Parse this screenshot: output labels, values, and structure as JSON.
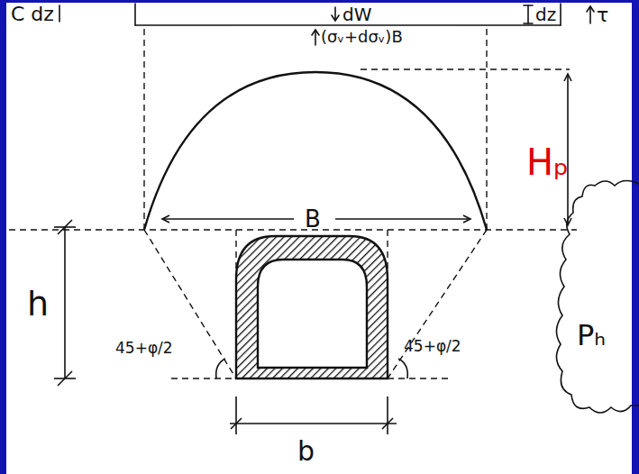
{
  "diagram": {
    "nodes": [
      {
        "text": [
          "Pₕ"
        ]
      }
    ],
    "labels": [
      "C dz",
      "dW",
      "dz",
      "τ",
      "(σᵥ+dσᵥ)B",
      "Hₚ",
      "B",
      "h",
      "45+φ/2",
      "45+φ/2",
      "b"
    ]
  }
}
